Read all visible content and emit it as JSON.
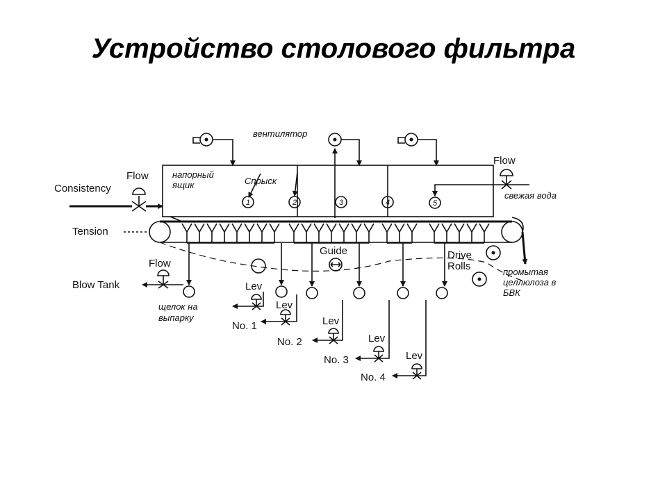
{
  "slide": {
    "title": "Устройство столового фильтра"
  },
  "labels": {
    "ventilator": "вентилятор",
    "headbox": [
      "напорный",
      "ящик"
    ],
    "showers": "Спрыск",
    "flow_inlet": "Flow",
    "consistency": "Consistency",
    "flow_water": "Flow",
    "fresh_water": "свежая вода",
    "tension": "Tension",
    "guide": "Guide",
    "drive_rolls": [
      "Drive",
      "Rolls"
    ],
    "washed_pulp": [
      "промытая",
      "целлюлоза в",
      "БВК"
    ],
    "flow_blow": "Flow",
    "blow_tank": "Blow Tank",
    "liquor": [
      "щелок на",
      "выпарку"
    ],
    "lev": "Lev",
    "outlets": [
      "No. 1",
      "No. 2",
      "No. 3",
      "No. 4"
    ],
    "shower_numbers": [
      "1",
      "2",
      "3",
      "4",
      "5"
    ]
  }
}
